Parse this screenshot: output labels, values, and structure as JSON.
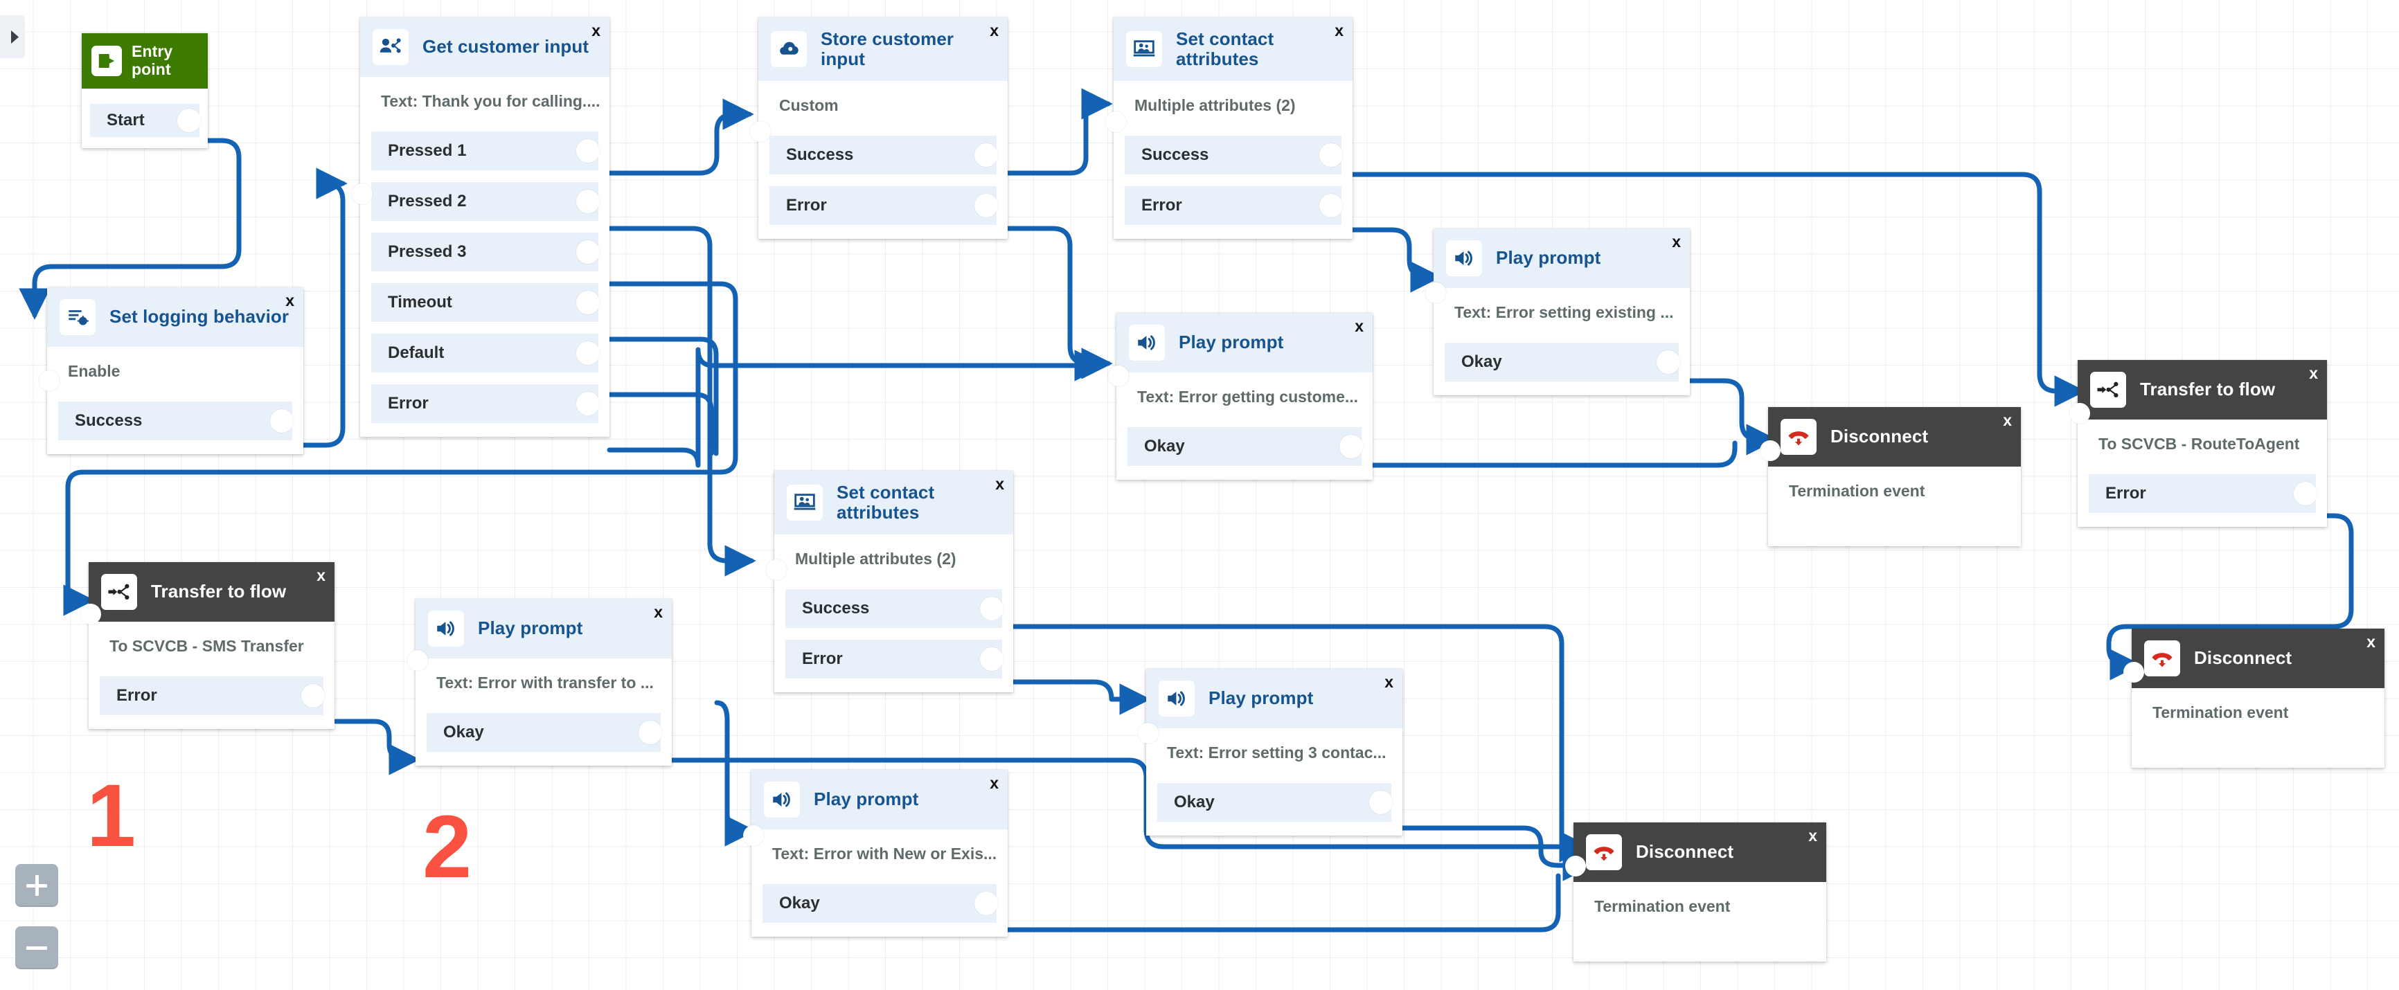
{
  "canvas": {
    "rail_toggle_icon": "chevron-right-icon",
    "zoom_in_label": "+",
    "zoom_out_label": "−",
    "colors": {
      "accent_blue": "#17548f",
      "wire_blue": "#1462b4",
      "header_light": "#e8f0f9",
      "header_dark": "#444444",
      "header_green": "#3d7a00",
      "annotation_red": "#fa5240",
      "disconnect_red": "#d52b1e",
      "grid_line": "#eceff1"
    }
  },
  "annotations": [
    {
      "id": "annot-1",
      "label": "1"
    },
    {
      "id": "annot-2",
      "label": "2"
    }
  ],
  "nodes": [
    {
      "id": "entry-point",
      "title": "Entry point",
      "icon": "entry-arrow-icon",
      "subtitle": "",
      "ports": [
        {
          "label": "Start"
        }
      ]
    },
    {
      "id": "set-logging-behavior",
      "title": "Set logging behavior",
      "icon": "logging-bug-icon",
      "subtitle": "Enable",
      "ports": [
        {
          "label": "Success"
        }
      ]
    },
    {
      "id": "get-customer-input",
      "title": "Get customer input",
      "icon": "get-customer-input-icon",
      "subtitle": "Text: Thank you for calling....",
      "ports": [
        {
          "label": "Pressed 1"
        },
        {
          "label": "Pressed 2"
        },
        {
          "label": "Pressed 3"
        },
        {
          "label": "Timeout"
        },
        {
          "label": "Default"
        },
        {
          "label": "Error"
        }
      ]
    },
    {
      "id": "store-customer-input",
      "title": "Store customer input",
      "icon": "store-cloud-icon",
      "subtitle": "Custom",
      "ports": [
        {
          "label": "Success"
        },
        {
          "label": "Error"
        }
      ]
    },
    {
      "id": "set-contact-attributes-top",
      "title": "Set contact attributes",
      "icon": "contact-attributes-icon",
      "subtitle": "Multiple attributes (2)",
      "ports": [
        {
          "label": "Success"
        },
        {
          "label": "Error"
        }
      ]
    },
    {
      "id": "set-contact-attributes-mid",
      "title": "Set contact attributes",
      "icon": "contact-attributes-icon",
      "subtitle": "Multiple attributes (2)",
      "ports": [
        {
          "label": "Success"
        },
        {
          "label": "Error"
        }
      ]
    },
    {
      "id": "play-prompt-error-setting-existing",
      "title": "Play prompt",
      "icon": "speaker-icon",
      "subtitle": "Text: Error setting existing ...",
      "ports": [
        {
          "label": "Okay"
        }
      ]
    },
    {
      "id": "play-prompt-error-getting-customer",
      "title": "Play prompt",
      "icon": "speaker-icon",
      "subtitle": "Text: Error getting custome...",
      "ports": [
        {
          "label": "Okay"
        }
      ]
    },
    {
      "id": "play-prompt-error-transfer",
      "title": "Play prompt",
      "icon": "speaker-icon",
      "subtitle": "Text: Error with transfer to ...",
      "ports": [
        {
          "label": "Okay"
        }
      ]
    },
    {
      "id": "play-prompt-error-new-or-existing",
      "title": "Play prompt",
      "icon": "speaker-icon",
      "subtitle": "Text: Error with New or Exis...",
      "ports": [
        {
          "label": "Okay"
        }
      ]
    },
    {
      "id": "play-prompt-error-setting-3-contact",
      "title": "Play prompt",
      "icon": "speaker-icon",
      "subtitle": "Text: Error setting 3 contac...",
      "ports": [
        {
          "label": "Okay"
        }
      ]
    },
    {
      "id": "transfer-to-flow-sms",
      "title": "Transfer to flow",
      "icon": "transfer-to-flow-icon",
      "subtitle": "To SCVCB - SMS Transfer",
      "ports": [
        {
          "label": "Error"
        }
      ]
    },
    {
      "id": "transfer-to-flow-route-to-agent",
      "title": "Transfer to flow",
      "icon": "transfer-to-flow-icon",
      "subtitle": "To SCVCB - RouteToAgent",
      "ports": [
        {
          "label": "Error"
        }
      ]
    },
    {
      "id": "disconnect-top-right",
      "title": "Disconnect",
      "icon": "disconnect-phone-icon",
      "subtitle": "Termination event",
      "ports": []
    },
    {
      "id": "disconnect-right",
      "title": "Disconnect",
      "icon": "disconnect-phone-icon",
      "subtitle": "Termination event",
      "ports": []
    },
    {
      "id": "disconnect-bottom",
      "title": "Disconnect",
      "icon": "disconnect-phone-icon",
      "subtitle": "Termination event",
      "ports": []
    }
  ],
  "close_label": "x"
}
